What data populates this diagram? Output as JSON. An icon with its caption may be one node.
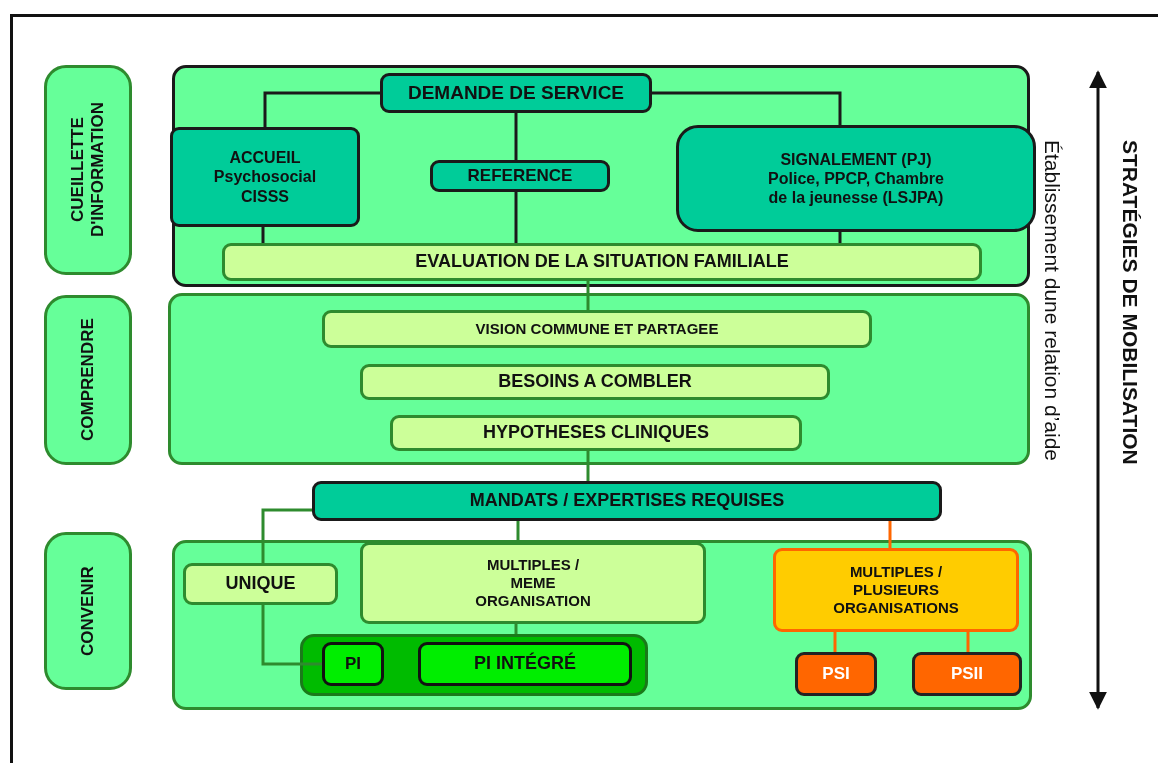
{
  "diagram": {
    "nodes": [
      {
        "text": [
          "CUEILLETTE D'INFORMATION"
        ]
      },
      {
        "text": [],
        "shape": "box"
      },
      {
        "text": [
          "DEMANDE DE SERVICE"
        ],
        "in": 1
      },
      {
        "text": [
          "ACCUEIL Psychosocial CISSS"
        ],
        "in": 1
      },
      {
        "text": [
          "REFERENCE"
        ],
        "in": 1
      },
      {
        "text": [
          "SIGNALEMENT (PJ) Police, PPCP, Chambre de la jeunesse (LSJPA)"
        ],
        "in": 1
      },
      {
        "text": [
          "EVALUATION DE LA SITUATION FAMILIALE"
        ],
        "in": 1
      },
      {
        "text": [
          "COMPRENDRE"
        ]
      },
      {
        "text": [],
        "shape": "box"
      },
      {
        "text": [
          "VISION COMMUNE ET PARTAGEE"
        ],
        "in": 8
      },
      {
        "text": [
          "BESOINS A COMBLER"
        ],
        "in": 8
      },
      {
        "text": [
          "HYPOTHESES CLINIQUES"
        ],
        "in": 8
      },
      {
        "text": [
          "MANDATS / EXPERTISES REQUISES"
        ]
      },
      {
        "text": [
          "CONVENIR"
        ]
      },
      {
        "text": [],
        "shape": "box"
      },
      {
        "text": [
          "UNIQUE"
        ],
        "in": 14
      },
      {
        "text": [
          "MULTIPLES / MEME ORGANISATION"
        ],
        "in": 14
      },
      {
        "text": [
          "MULTIPLES / PLUSIEURS ORGANISATIONS"
        ],
        "in": 14
      },
      {
        "text": [],
        "shape": "box",
        "in": 14
      },
      {
        "text": [
          "PI"
        ],
        "in": 18
      },
      {
        "text": [
          "PI INTÉGRÉ"
        ],
        "in": 18
      },
      {
        "text": [
          "PSI"
        ],
        "in": 14
      },
      {
        "text": [
          "PSII"
        ],
        "in": 14
      }
    ],
    "edges": [
      {
        "from": 2,
        "to": 3,
        "arrow": "none"
      },
      {
        "from": 2,
        "to": 4,
        "arrow": "none"
      },
      {
        "from": 2,
        "to": 5,
        "arrow": "none"
      },
      {
        "from": 3,
        "to": 6,
        "arrow": "none"
      },
      {
        "from": 4,
        "to": 6,
        "arrow": "none"
      },
      {
        "from": 5,
        "to": 6,
        "arrow": "none"
      },
      {
        "from": 6,
        "to": 9,
        "arrow": "none",
        "color": "#2e8b2e"
      },
      {
        "from": 11,
        "to": 12,
        "arrow": "none",
        "color": "#2e8b2e"
      },
      {
        "from": 12,
        "to": 15,
        "arrow": "none",
        "color": "#2e8b2e"
      },
      {
        "from": 12,
        "to": 16,
        "arrow": "none",
        "color": "#2e8b2e"
      },
      {
        "from": 12,
        "to": 17,
        "arrow": "none",
        "color": "#ff6600"
      },
      {
        "from": 16,
        "to": 18,
        "arrow": "none",
        "color": "#2e8b2e"
      },
      {
        "from": 15,
        "to": 19,
        "arrow": "none",
        "color": "#2e8b2e"
      },
      {
        "from": 17,
        "to": 21,
        "arrow": "none",
        "color": "#ff6600"
      },
      {
        "from": 17,
        "to": 22,
        "arrow": "none",
        "color": "#ff6600"
      }
    ],
    "labels": [
      "STRATÉGIES DE MOBILISATION",
      "Établissement dune relation d’aide"
    ]
  }
}
